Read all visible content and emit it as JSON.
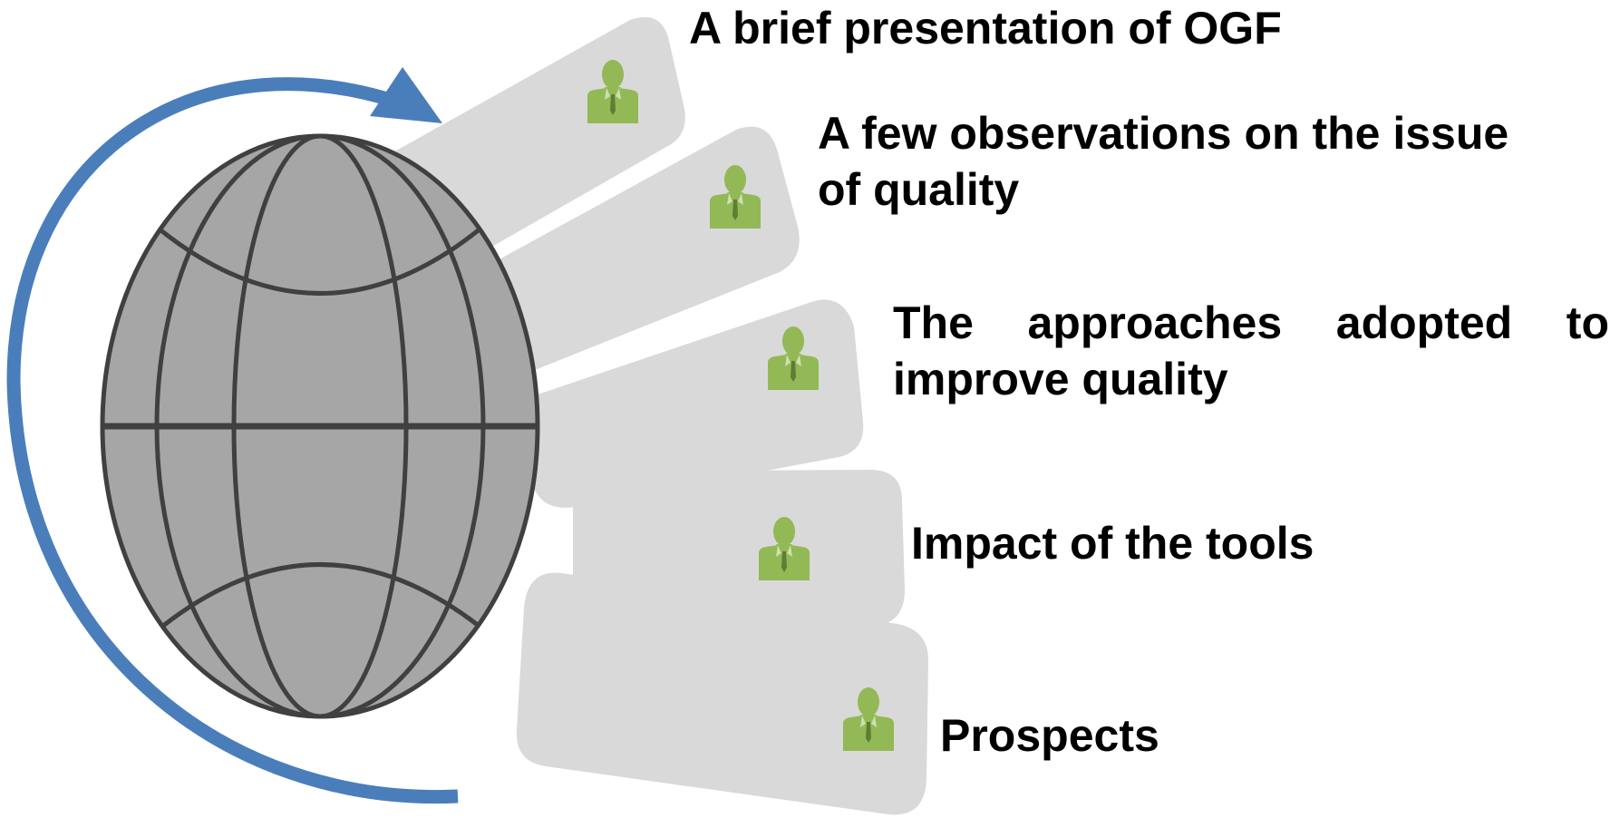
{
  "colors": {
    "arrow": "#4a7ebb",
    "globe_fill": "#a6a6a6",
    "globe_stroke": "#404040",
    "card_fill": "#d9d9d9",
    "person_icon": "#92b955",
    "text": "#000000"
  },
  "items": [
    {
      "label": "A brief presentation of OGF",
      "icon": "person-icon"
    },
    {
      "label_line1": "A few observations on the issue",
      "label_line2": "of quality",
      "icon": "person-icon"
    },
    {
      "label_words": [
        "The",
        "approaches",
        "adopted",
        "to"
      ],
      "label_line2": "improve quality",
      "icon": "person-icon"
    },
    {
      "label": "Impact of the tools",
      "icon": "person-icon"
    },
    {
      "label": "Prospects",
      "icon": "person-icon"
    }
  ]
}
